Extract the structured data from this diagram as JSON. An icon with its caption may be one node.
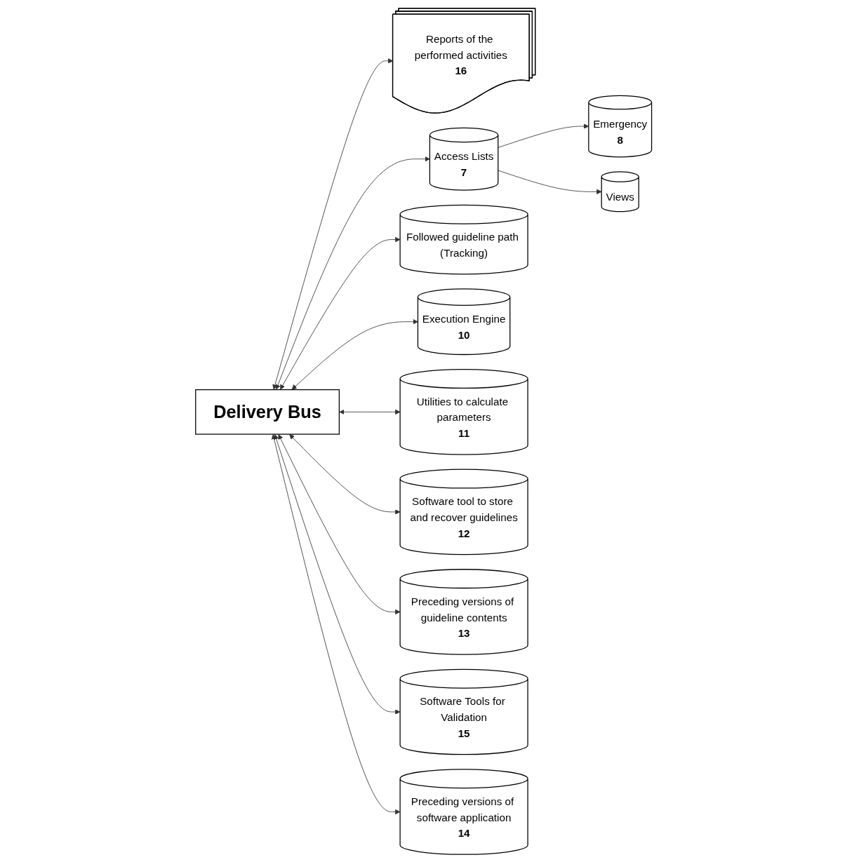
{
  "diagram": {
    "nodes": [
      {
        "text": [
          "Delivery Bus"
        ]
      },
      {
        "text": [
          "Reports of the performed activities",
          "16"
        ]
      },
      {
        "text": [
          "Access Lists",
          "7"
        ]
      },
      {
        "text": [
          "Emergency",
          "8"
        ]
      },
      {
        "text": [
          "Views"
        ]
      },
      {
        "text": [
          "Followed guideline path (Tracking)"
        ]
      },
      {
        "text": [
          "Execution Engine",
          "10"
        ]
      },
      {
        "text": [
          "Utilities to calculate parameters",
          "11"
        ]
      },
      {
        "text": [
          "Software tool to store and recover guidelines",
          "12"
        ]
      },
      {
        "text": [
          "Preceding versions of guideline contents",
          "13"
        ]
      },
      {
        "text": [
          "Software Tools for Validation",
          "15"
        ]
      },
      {
        "text": [
          "Preceding versions of software application",
          "14"
        ]
      }
    ],
    "edges": [
      {
        "from": 0,
        "to": 1,
        "arrow": "both"
      },
      {
        "from": 0,
        "to": 2,
        "arrow": "both"
      },
      {
        "from": 2,
        "to": 3,
        "arrow": "to"
      },
      {
        "from": 2,
        "to": 4,
        "arrow": "to"
      },
      {
        "from": 0,
        "to": 5,
        "arrow": "both"
      },
      {
        "from": 0,
        "to": 6,
        "arrow": "both"
      },
      {
        "from": 0,
        "to": 7,
        "arrow": "both"
      },
      {
        "from": 0,
        "to": 8,
        "arrow": "both"
      },
      {
        "from": 0,
        "to": 9,
        "arrow": "both"
      },
      {
        "from": 0,
        "to": 10,
        "arrow": "both"
      },
      {
        "from": 0,
        "to": 11,
        "arrow": "both"
      }
    ]
  }
}
